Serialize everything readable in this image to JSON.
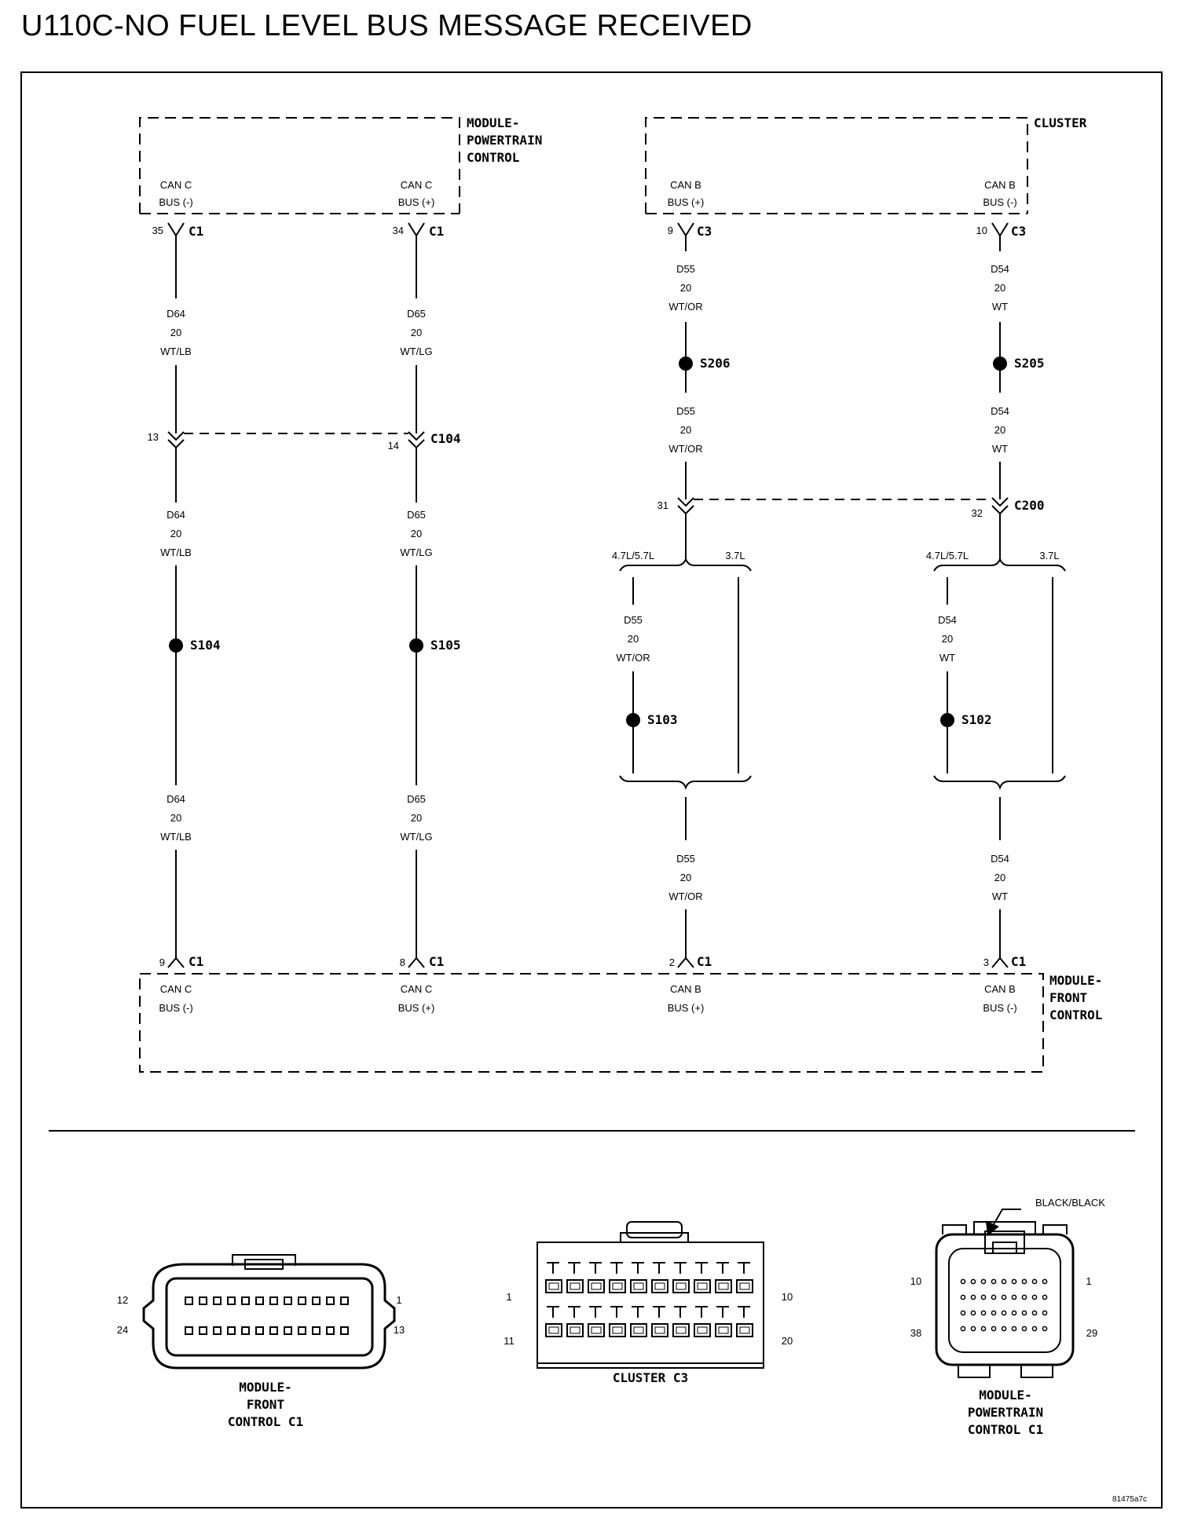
{
  "title": "U110C-NO FUEL LEVEL BUS MESSAGE RECEIVED",
  "modules": {
    "pcm": {
      "name_lines": [
        "MODULE-",
        "POWERTRAIN",
        "CONTROL"
      ]
    },
    "cluster": {
      "name_lines": [
        "CLUSTER"
      ]
    },
    "fcm": {
      "name_lines": [
        "MODULE-",
        "FRONT",
        "CONTROL"
      ]
    }
  },
  "circuits": {
    "d64": {
      "bus_lines": [
        "CAN C",
        "BUS (-)"
      ],
      "wire_lines": [
        "D64",
        "20",
        "WT/LB"
      ],
      "top_pin": "35",
      "top_conn": "C1",
      "inline_pin": "13",
      "splice": "S104",
      "bottom_pin": "9",
      "bottom_conn": "C1"
    },
    "d65": {
      "bus_lines": [
        "CAN C",
        "BUS (+)"
      ],
      "wire_lines": [
        "D65",
        "20",
        "WT/LG"
      ],
      "top_pin": "34",
      "top_conn": "C1",
      "inline_pin": "14",
      "inline_conn": "C104",
      "splice": "S105",
      "bottom_pin": "8",
      "bottom_conn": "C1"
    },
    "d55": {
      "bus_lines": [
        "CAN B",
        "BUS (+)"
      ],
      "wire_lines": [
        "D55",
        "20",
        "WT/OR"
      ],
      "branch_wire_lines": [
        "D55",
        "20",
        "WT/OR"
      ],
      "top_pin": "9",
      "top_conn": "C3",
      "splice_top": "S206",
      "inline_pin": "31",
      "branch_left": "4.7L/5.7L",
      "branch_right": "3.7L",
      "splice_branch": "S103",
      "bottom_pin": "2",
      "bottom_conn": "C1"
    },
    "d54": {
      "bus_lines": [
        "CAN B",
        "BUS (-)"
      ],
      "wire_lines": [
        "D54",
        "20",
        "WT"
      ],
      "top_pin": "10",
      "top_conn": "C3",
      "splice_top": "S205",
      "inline_pin": "32",
      "inline_conn": "C200",
      "branch_left": "4.7L/5.7L",
      "branch_right": "3.7L",
      "splice_branch": "S102",
      "bottom_pin": "3",
      "bottom_conn": "C1"
    }
  },
  "fcm_bus_lines": {
    "d64": [
      "CAN C",
      "BUS (-)"
    ],
    "d65": [
      "CAN C",
      "BUS (+)"
    ],
    "d55": [
      "CAN B",
      "BUS (+)"
    ],
    "d54": [
      "CAN B",
      "BUS (-)"
    ]
  },
  "connectors": {
    "fcm_c1": {
      "label_lines": [
        "MODULE-",
        "FRONT",
        "CONTROL C1"
      ],
      "pins": {
        "top_left": "12",
        "bottom_left": "24",
        "top_right": "1",
        "bottom_right": "13"
      }
    },
    "cluster_c3": {
      "label_lines": [
        "CLUSTER C3"
      ],
      "pins": {
        "top_left": "1",
        "bottom_left": "11",
        "top_right": "10",
        "bottom_right": "20"
      }
    },
    "pcm_c1": {
      "label_lines": [
        "MODULE-",
        "POWERTRAIN",
        "CONTROL C1"
      ],
      "callout": "BLACK/BLACK",
      "pins": {
        "top_left": "10",
        "bottom_left": "38",
        "top_right": "1",
        "bottom_right": "29"
      }
    }
  },
  "figure_id": "81475a7c"
}
